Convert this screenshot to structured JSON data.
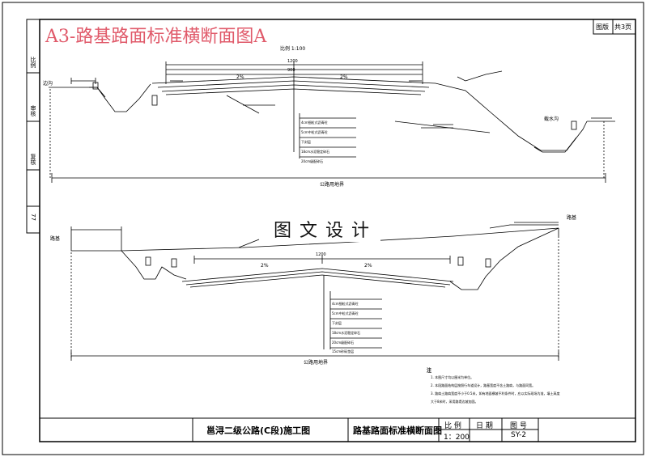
{
  "drawing_title": "A3-路基路面标准横断面图A",
  "watermark": "图文设计",
  "corner_labels": [
    "图版",
    "共3页"
  ],
  "side_labels": [
    "比例",
    "审核",
    "复核",
    "77"
  ],
  "scale_note": "比例 1:100",
  "notes_header": "注",
  "notes": [
    "1. 本图尺寸均以厘米为单位。",
    "2. 本段路面结构层按照行车道设计，路基宽度不含土路肩，与路面同宽。",
    "3. 路肩土路肩宽度不小于0.5米，如有地面横坡不利条件时，应以实际现场为准，填土高度",
    "   大于8米时，采用路堤边坡加固。"
  ],
  "title_block": {
    "project": "邕浔二级公路(C段)施工图",
    "drawing_name": "路基路面标准横断面图",
    "scale_label": "比 例",
    "scale_value": "1：200",
    "date_label": "日 期",
    "date_value": "",
    "sheet_label": "图 号",
    "sheet_value": "SY-2"
  },
  "upper_section": {
    "dim_total": "1200",
    "dim_sub": "900",
    "slope_left": "2%",
    "slope_right": "2%",
    "layers": [
      "4cm细粒式沥青砼",
      "5cm中粒式沥青砼",
      "下封层",
      "18cm水泥稳定碎石",
      "20cm级配碎石"
    ],
    "left_label": "边沟",
    "right_label": "截水沟",
    "bottom_label": "公路用地界"
  },
  "lower_section": {
    "dim_total": "1200",
    "slope_left": "2%",
    "slope_right": "2%",
    "layers": [
      "4cm细粒式沥青砼",
      "5cm中粒式沥青砼",
      "下封层",
      "18cm水泥稳定碎石",
      "20cm级配碎石",
      "15cm砂砾垫层"
    ],
    "left_label": "路基",
    "right_label": "路基",
    "bottom_label": "公路用地界"
  }
}
